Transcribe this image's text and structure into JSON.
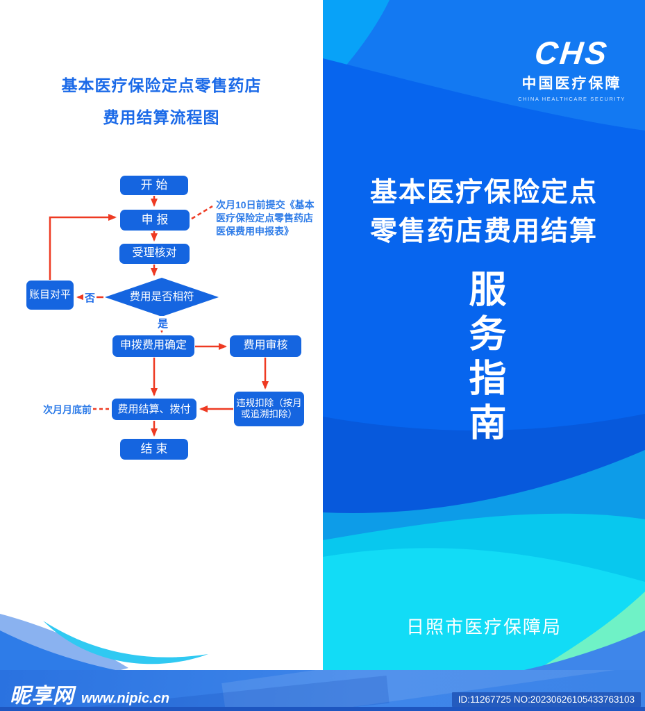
{
  "left_panel": {
    "title_line1": "基本医疗保险定点零售药店",
    "title_line2": "费用结算流程图",
    "flowchart": {
      "nodes": {
        "start": "开 始",
        "declare": "申 报",
        "accept": "受理核对",
        "decision": "费用是否相符",
        "balance": "账目对平",
        "allocate": "申拨费用确定",
        "review": "费用审核",
        "deduct_line1": "违规扣除（按月",
        "deduct_line2": "或追溯扣除）",
        "settle": "费用结算、拨付",
        "end": "结 束"
      },
      "labels": {
        "no": "否",
        "yes": "是",
        "note_submit_line1": "次月10日前提交《基本",
        "note_submit_line2": "医疗保险定点零售药店",
        "note_submit_line3": "医保费用申报表》",
        "note_deadline": "次月月底前"
      }
    }
  },
  "right_panel": {
    "logo": {
      "acronym": "CHS",
      "name_cn": "中国医疗保障",
      "name_en": "CHINA HEALTHCARE SECURITY"
    },
    "title_line1": "基本医疗保险定点",
    "title_line2": "零售药店费用结算",
    "vertical_title": "服务指南",
    "organization": "日照市医疗保障局"
  },
  "footer": {
    "site_name": "昵享网",
    "site_url": "www.nipic.cn",
    "image_id": "ID:11267725 NO:20230626105433763103"
  },
  "colors": {
    "flow_box_blue": "#1565e0",
    "arrow_red": "#ee3a22",
    "left_title_blue": "#1b6ae8",
    "panel_main_blue": "#0765ee",
    "panel_light_blue": "#08a2f8",
    "wave_cyan": "#12dcf6",
    "wave_mint": "#6ff2c6",
    "footer_blue": "#3f86ea"
  }
}
